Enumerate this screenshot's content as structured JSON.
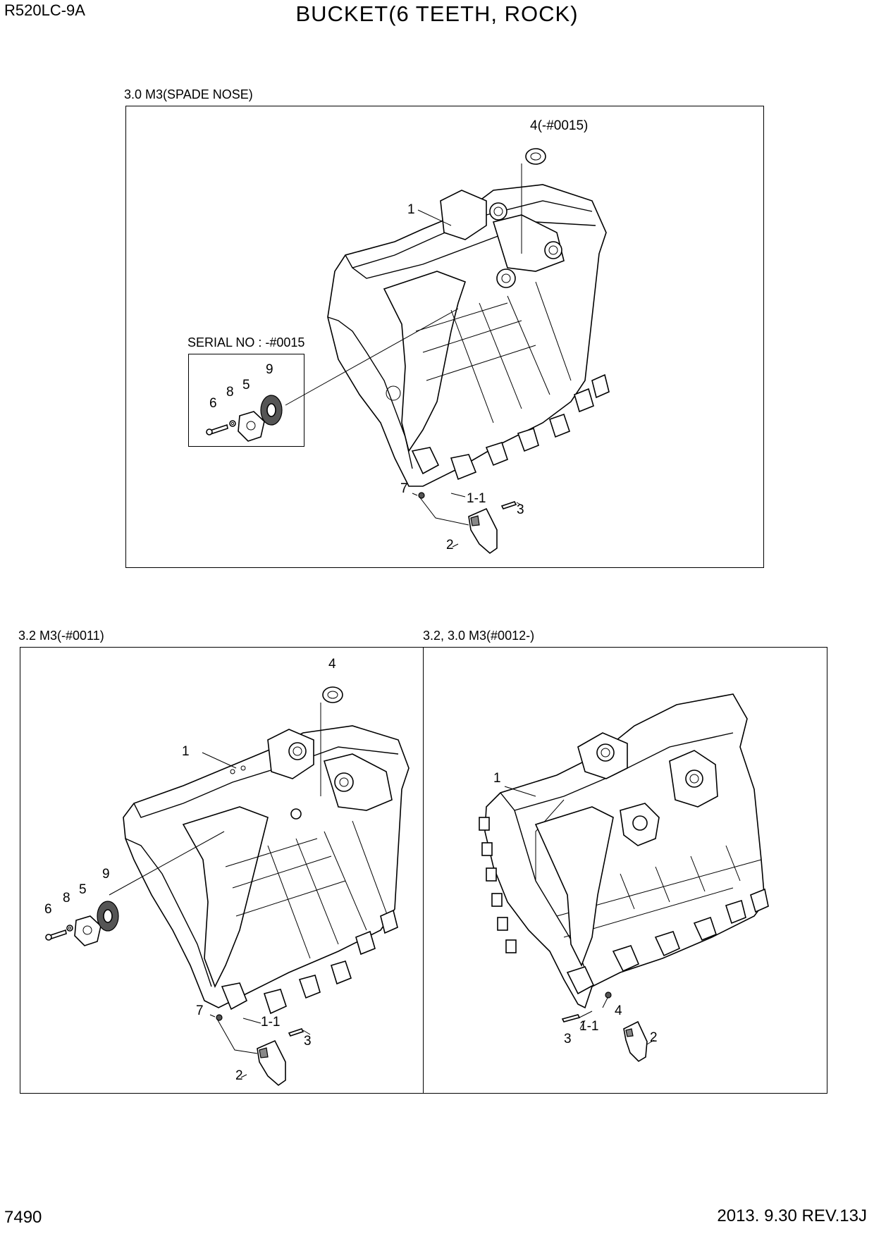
{
  "header": {
    "model": "R520LC-9A",
    "title": "BUCKET(6 TEETH, ROCK)"
  },
  "footer": {
    "page_number": "7490",
    "revision": "2013. 9.30  REV.13J"
  },
  "panels": {
    "top": {
      "caption": "3.0 M3(SPADE NOSE)",
      "serial_caption": "SERIAL NO : -#0015",
      "labels": {
        "p1": "1",
        "p11": "1-1",
        "p2": "2",
        "p3": "3",
        "p4": "4(-#0015)",
        "p5": "5",
        "p6": "6",
        "p7": "7",
        "p8": "8",
        "p9": "9"
      }
    },
    "bottom_left": {
      "caption": "3.2 M3(-#0011)",
      "labels": {
        "p1": "1",
        "p11": "1-1",
        "p2": "2",
        "p3": "3",
        "p4": "4",
        "p5": "5",
        "p6": "6",
        "p7": "7",
        "p8": "8",
        "p9": "9"
      }
    },
    "bottom_right": {
      "caption": "3.2, 3.0 M3(#0012-)",
      "labels": {
        "p1": "1",
        "p11": "1-1",
        "p2": "2",
        "p3": "3",
        "p4": "4"
      }
    }
  }
}
